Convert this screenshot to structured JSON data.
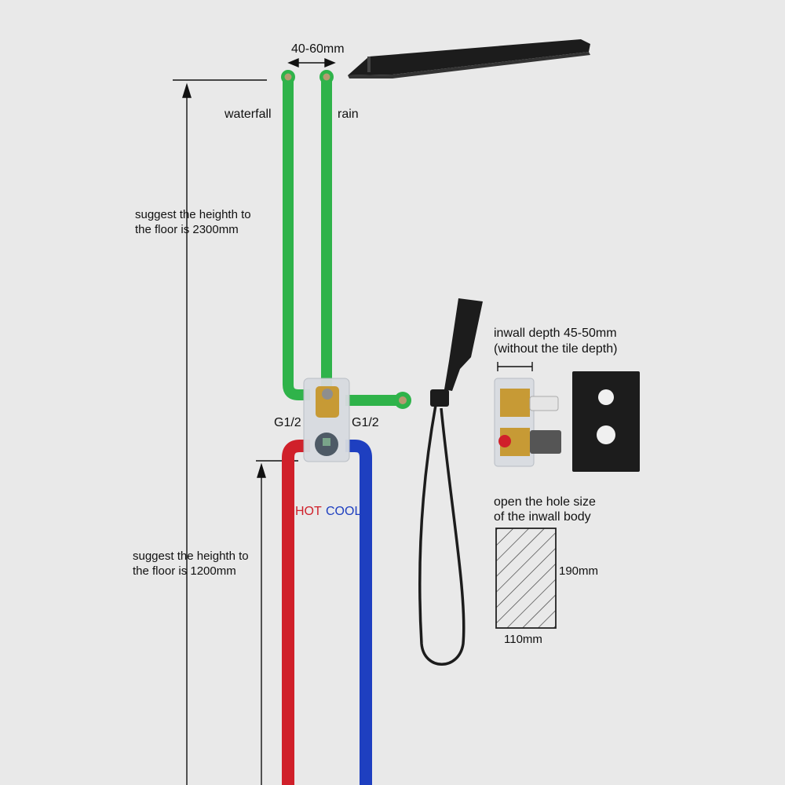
{
  "labels": {
    "spacing": "40-60mm",
    "waterfall": "waterfall",
    "rain": "rain",
    "height_top_1": "suggest the heighth to",
    "height_top_2": "the floor is 2300mm",
    "height_bottom_1": "suggest the heighth to",
    "height_bottom_2": "the floor is 1200mm",
    "g_left": "G1/2",
    "g_right": "G1/2",
    "hot": "HOT",
    "cool": "COOL",
    "inwall_1": "inwall depth 45-50mm",
    "inwall_2": "(without the tile depth)",
    "hole_1": "open the hole size",
    "hole_2": "of the inwall body",
    "hole_height": "190mm",
    "hole_width": "110mm"
  },
  "colors": {
    "green_pipe": "#2fb34a",
    "hot_pipe": "#d0202a",
    "cool_pipe": "#1e3fc0",
    "hot_text": "#d0202a",
    "cool_text": "#1e3fc0",
    "fixture": "#1c1c1c"
  }
}
